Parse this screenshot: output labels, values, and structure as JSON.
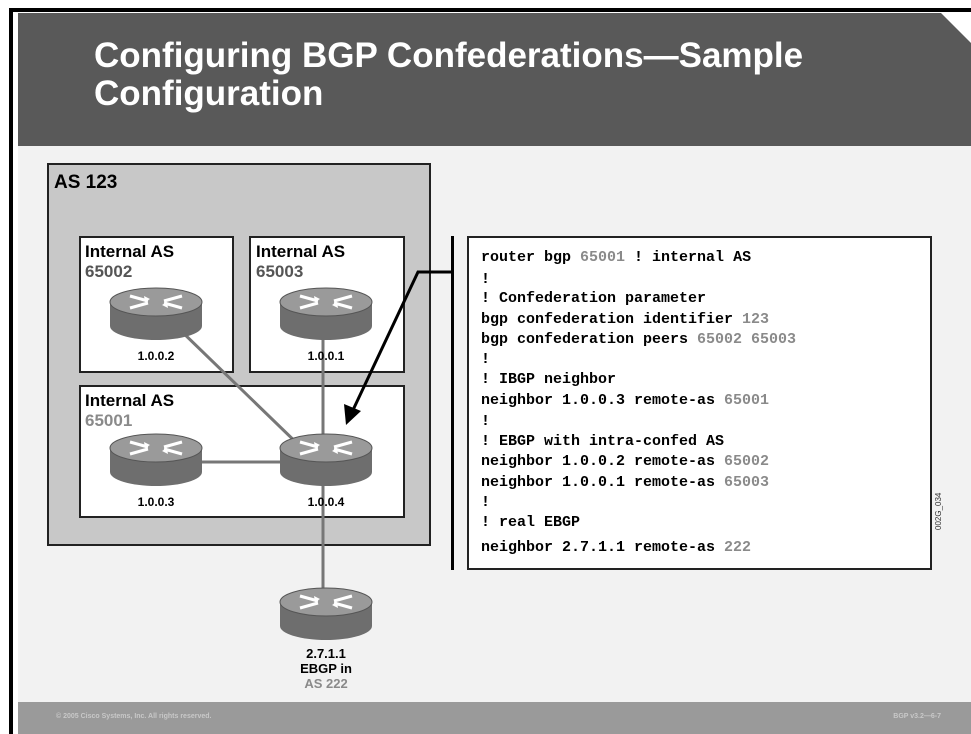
{
  "slide": {
    "title_line1": "Configuring BGP Confederations—Sample",
    "title_line2": "Configuration",
    "footer_left": "© 2005 Cisco Systems, Inc. All rights reserved.",
    "footer_right": "BGP v3.2—6-7"
  },
  "diagram": {
    "as_label": "AS 123",
    "internal_as": [
      {
        "title": "Internal AS",
        "number": "65002",
        "router_ip": "1.0.0.2"
      },
      {
        "title": "Internal AS",
        "number": "65003",
        "router_ip": "1.0.0.1"
      },
      {
        "title": "Internal AS",
        "number": "65001",
        "router_ips": [
          "1.0.0.3",
          "1.0.0.4"
        ]
      }
    ],
    "external": {
      "ip": "2.7.1.1",
      "line2": "EBGP in",
      "line3": "AS 222"
    },
    "colors": {
      "dim_text": "#8a8a8a",
      "router": "#8c8c8c",
      "as_box": "#c8c8c8"
    }
  },
  "config": {
    "lines": [
      [
        {
          "t": "router bgp "
        },
        {
          "t": "65001",
          "dim": true
        },
        {
          "t": " ! internal AS"
        }
      ],
      [
        {
          "t": "!"
        }
      ],
      [
        {
          "t": "! Confederation parameter"
        }
      ],
      [
        {
          "t": "bgp confederation identifier "
        },
        {
          "t": "123",
          "dim": true
        }
      ],
      [
        {
          "t": "bgp confederation peers "
        },
        {
          "t": "65002 65003",
          "dim": true
        }
      ],
      [
        {
          "t": "!"
        }
      ],
      [
        {
          "t": "! IBGP neighbor"
        }
      ],
      [
        {
          "t": "neighbor 1.0.0.3 remote-as "
        },
        {
          "t": "65001",
          "dim": true
        }
      ],
      [
        {
          "t": "!"
        }
      ],
      [
        {
          "t": "! EBGP with intra-confed AS"
        }
      ],
      [
        {
          "t": "neighbor 1.0.0.2 remote-as "
        },
        {
          "t": "65002",
          "dim": true
        }
      ],
      [
        {
          "t": "neighbor 1.0.0.1 remote-as "
        },
        {
          "t": "65003",
          "dim": true
        }
      ],
      [
        {
          "t": "!"
        }
      ],
      [
        {
          "t": "! real EBGP"
        }
      ],
      [
        {
          "t": "neighbor 2.7.1.1 remote-as "
        },
        {
          "t": "222",
          "dim": true
        }
      ]
    ],
    "figure_id": "002G_034"
  }
}
